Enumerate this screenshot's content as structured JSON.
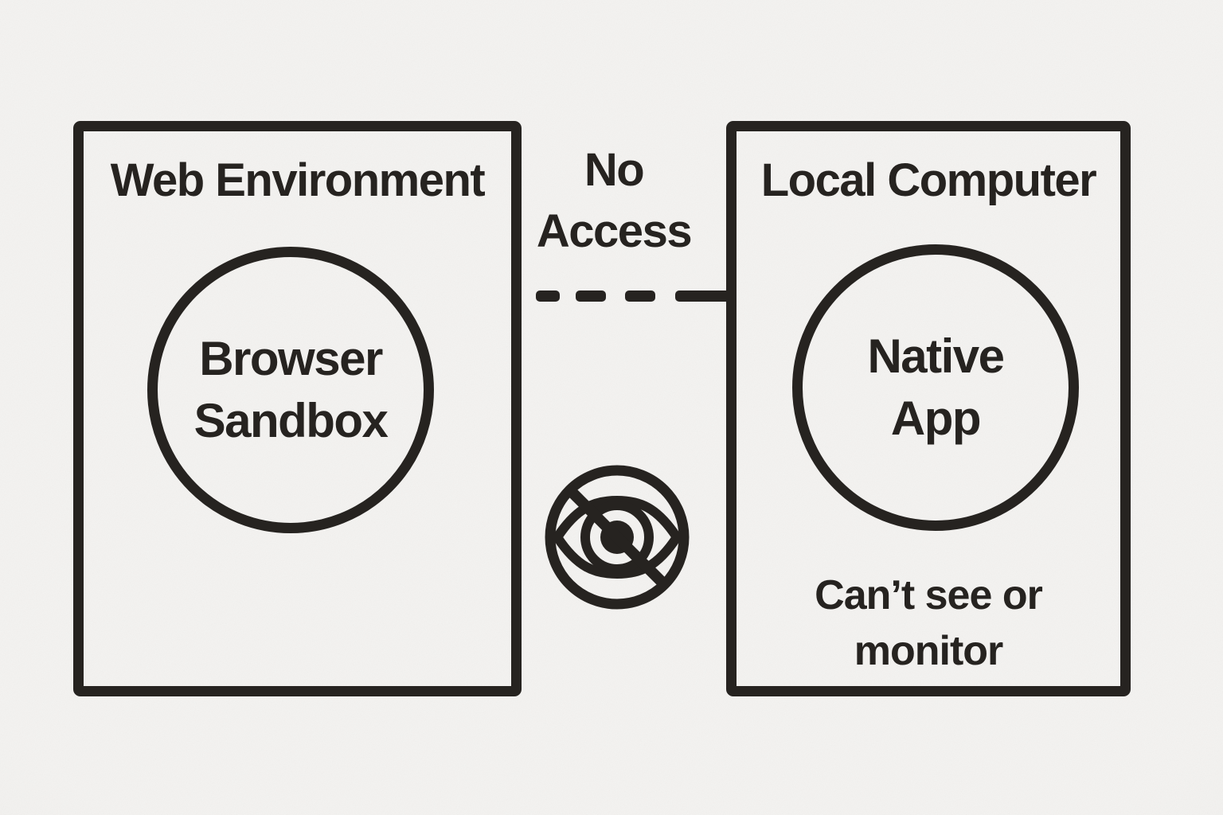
{
  "colors": {
    "ink": "#262320",
    "paper": "#f2f1ef"
  },
  "left_box": {
    "title": "Web Environment",
    "circle": {
      "line1": "Browser",
      "line2": "Sandbox"
    }
  },
  "connector": {
    "label_line1": "No",
    "label_line2": "Access",
    "line_style": "dashed"
  },
  "icons": {
    "no_visibility": "eye-slash-icon"
  },
  "right_box": {
    "title": "Local Computer",
    "circle": {
      "line1": "Native",
      "line2": "App"
    },
    "caption": {
      "line1": "Can’t see or",
      "line2": "monitor"
    }
  }
}
